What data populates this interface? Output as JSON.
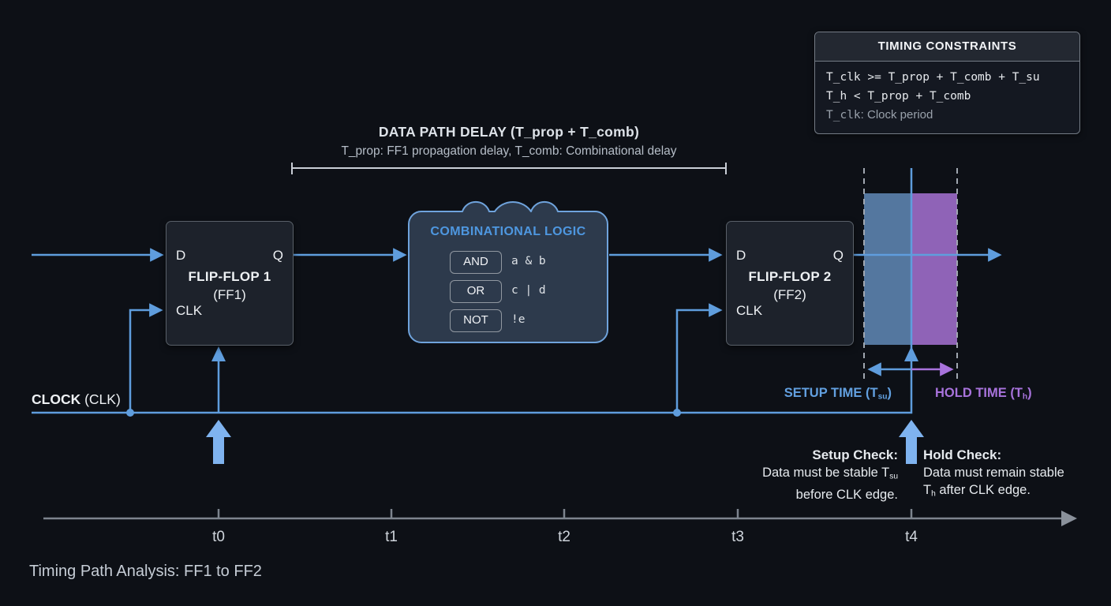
{
  "constraints": {
    "title": "TIMING CONSTRAINTS",
    "line1": "T_clk >= T_prop + T_comb + T_su",
    "line2": "T_h < T_prop + T_comb",
    "line3_term": "T_clk",
    "line3_desc": ": Clock period"
  },
  "data_path": {
    "title": "DATA PATH DELAY (T_prop + T_comb)",
    "subtitle": "T_prop: FF1 propagation delay, T_comb: Combinational delay"
  },
  "ff1": {
    "name": "FLIP-FLOP 1",
    "subname": "(FF1)",
    "d": "D",
    "q": "Q",
    "clk": "CLK"
  },
  "ff2": {
    "name": "FLIP-FLOP 2",
    "subname": "(FF2)",
    "d": "D",
    "q": "Q",
    "clk": "CLK"
  },
  "logic": {
    "title": "COMBINATIONAL LOGIC",
    "gates": [
      {
        "name": "AND",
        "expr": "a & b"
      },
      {
        "name": "OR",
        "expr": "c | d"
      },
      {
        "name": "NOT",
        "expr": "!e"
      }
    ]
  },
  "clock": {
    "label_bold": "CLOCK",
    "label_rest": " (CLK)"
  },
  "setup_time": {
    "pre": "SETUP TIME (T",
    "sub": "su",
    "post": ")"
  },
  "hold_time": {
    "pre": "HOLD TIME (T",
    "sub": "h",
    "post": ")"
  },
  "setup_check": {
    "title": "Setup Check:",
    "line1_pre": "Data must be stable T",
    "line1_sub": "su",
    "line2": "before CLK edge."
  },
  "hold_check": {
    "title": "Hold Check:",
    "line1": "Data must remain stable",
    "line2_pre": "T",
    "line2_sub": "h",
    "line2_post": " after CLK edge."
  },
  "timeline": {
    "ticks": [
      "t0",
      "t1",
      "t2",
      "t3",
      "t4"
    ]
  },
  "caption": "Timing Path Analysis: FF1 to FF2",
  "colors": {
    "background": "#0d1016",
    "signal_blue": "#5f9ddd",
    "edge_arrow_blue": "#7fb3ef",
    "setup_region_blue": "#54779f",
    "hold_region_purple": "#8f63b7",
    "setup_text_blue": "#62a0e0",
    "hold_text_purple": "#a873dc",
    "accent_blue": "#4e97e0"
  }
}
